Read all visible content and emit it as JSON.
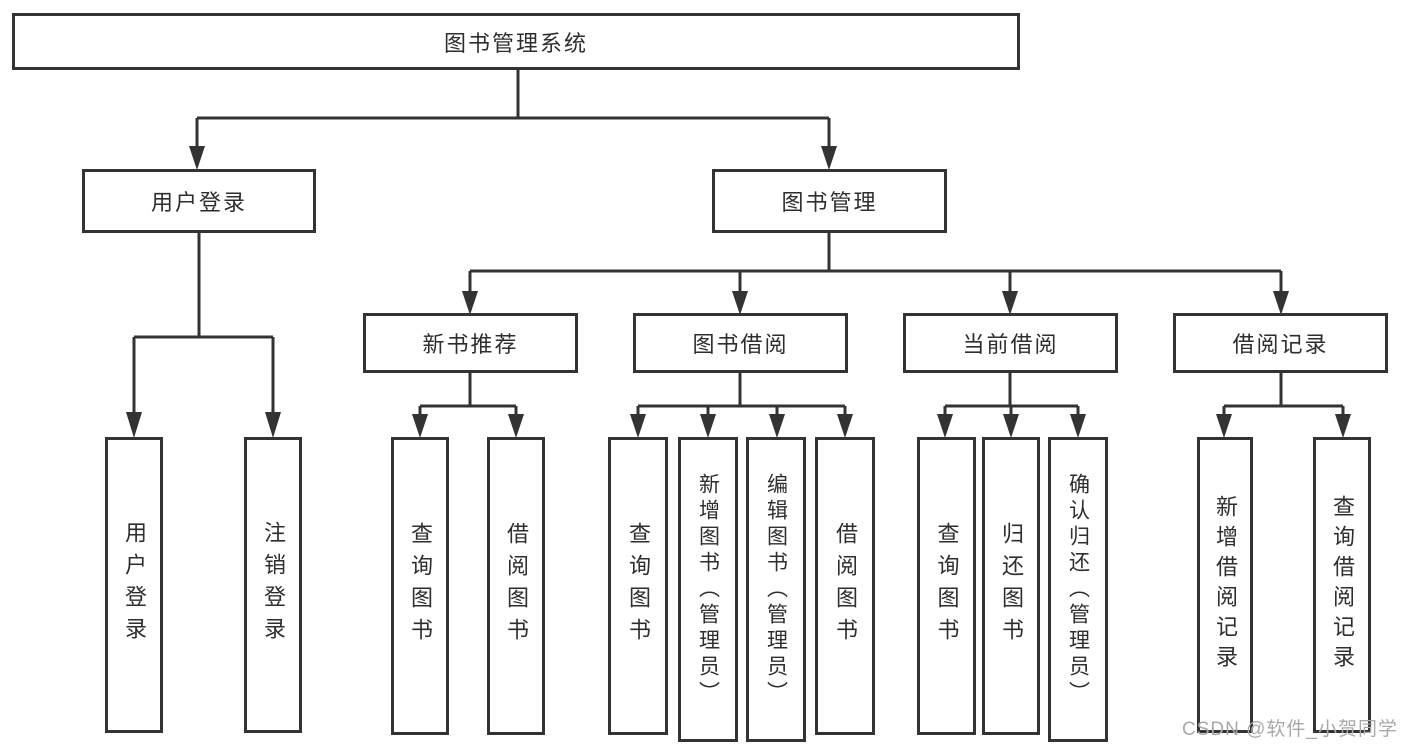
{
  "diagram": {
    "title_node": {
      "label": "图书管理系统"
    },
    "level2": [
      {
        "label": "用户登录"
      },
      {
        "label": "图书管理"
      }
    ],
    "level3": [
      {
        "label": "新书推荐"
      },
      {
        "label": "图书借阅"
      },
      {
        "label": "当前借阅"
      },
      {
        "label": "借阅记录"
      }
    ],
    "leaves": {
      "user": [
        "用户登录",
        "注销登录"
      ],
      "newbook": [
        "查询图书",
        "借阅图书"
      ],
      "borrow": [
        "查询图书",
        "新增图书（管理员）",
        "编辑图书（管理员）",
        "借阅图书"
      ],
      "current": [
        "查询图书",
        "归还图书",
        "确认归还（管理员）"
      ],
      "records": [
        "新增借阅记录",
        "查询借阅记录"
      ]
    }
  },
  "watermark": {
    "text": "CSDN @软件_小贺同学"
  },
  "colors": {
    "line": "#333333",
    "box_border": "#333333",
    "text": "#2e2e2e",
    "watermark": "#a9a9a9",
    "background": "#ffffff"
  }
}
